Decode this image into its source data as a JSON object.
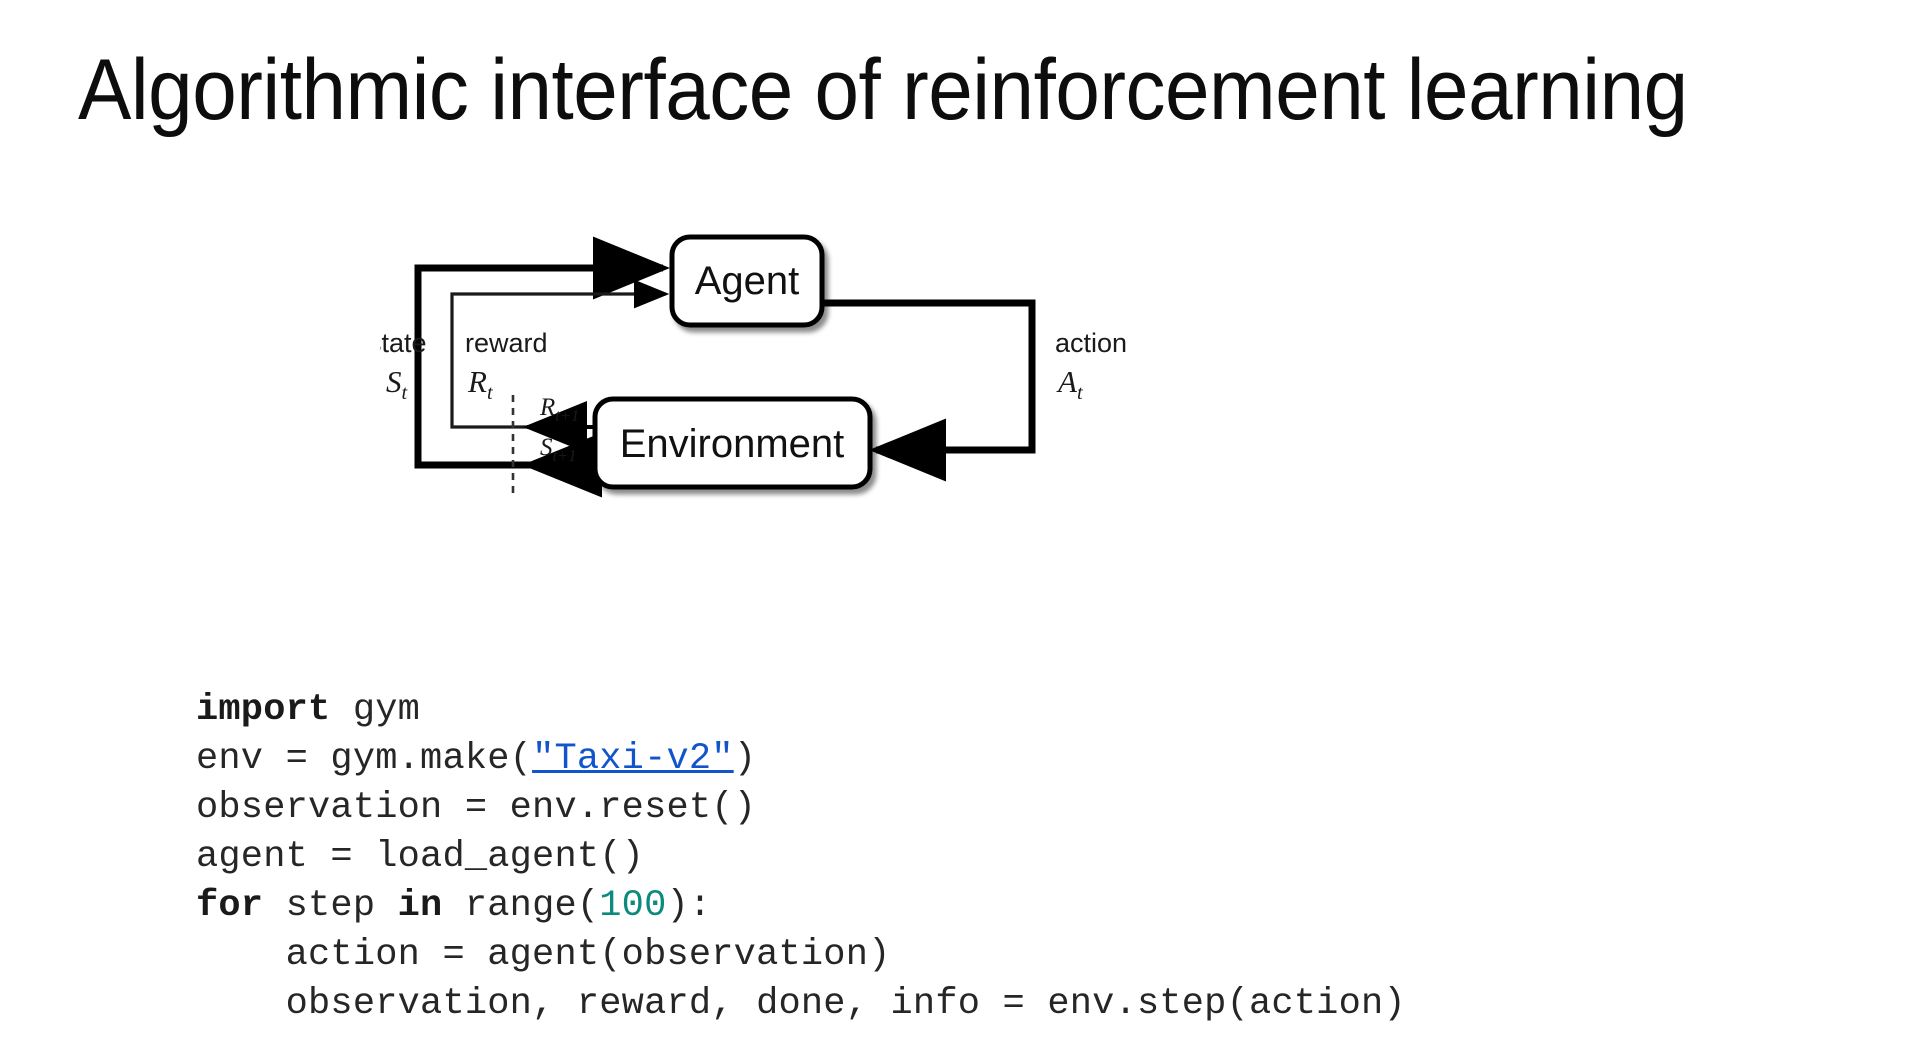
{
  "slide": {
    "title": "Algorithmic interface of reinforcement learning",
    "background_color": "#ffffff",
    "text_color": "#0d0d0d"
  },
  "diagram": {
    "name": "agent-environment-interaction-loop",
    "nodes": [
      {
        "id": "agent",
        "label": "Agent"
      },
      {
        "id": "environment",
        "label": "Environment"
      }
    ],
    "signals": [
      {
        "id": "state",
        "word": "state",
        "symbol": "S",
        "subscript": "t",
        "path": "environment-to-agent",
        "stroke": "thick"
      },
      {
        "id": "reward",
        "word": "reward",
        "symbol": "R",
        "subscript": "t",
        "path": "environment-to-agent",
        "stroke": "thin"
      },
      {
        "id": "action",
        "word": "action",
        "symbol": "A",
        "subscript": "t",
        "path": "agent-to-environment",
        "stroke": "thick"
      }
    ],
    "transition_labels": [
      {
        "id": "reward-next",
        "symbol": "R",
        "subscript": "t+1"
      },
      {
        "id": "state-next",
        "symbol": "S",
        "subscript": "t+1"
      }
    ],
    "time_separator": "dashed-vertical-line",
    "line_color": "#000000",
    "box_fill": "#ffffff"
  },
  "code": {
    "language": "python",
    "keyword_color": "#1a1a1a",
    "number_color": "#0b8a7d",
    "link_color": "#1155cc",
    "lines": [
      {
        "id": "l1",
        "tokens": [
          {
            "t": "kw",
            "v": "import"
          },
          {
            "t": "plain",
            "v": " gym"
          }
        ]
      },
      {
        "id": "l2",
        "tokens": [
          {
            "t": "plain",
            "v": "env = gym.make("
          },
          {
            "t": "link",
            "v": "\"Taxi-v2\""
          },
          {
            "t": "plain",
            "v": ")"
          }
        ]
      },
      {
        "id": "l3",
        "tokens": [
          {
            "t": "plain",
            "v": "observation = env.reset()"
          }
        ]
      },
      {
        "id": "l4",
        "tokens": [
          {
            "t": "plain",
            "v": "agent = load_agent()"
          }
        ]
      },
      {
        "id": "l5",
        "tokens": [
          {
            "t": "kw",
            "v": "for"
          },
          {
            "t": "plain",
            "v": " step "
          },
          {
            "t": "kw",
            "v": "in"
          },
          {
            "t": "plain",
            "v": " range("
          },
          {
            "t": "num",
            "v": "100"
          },
          {
            "t": "plain",
            "v": "):"
          }
        ]
      },
      {
        "id": "l6",
        "tokens": [
          {
            "t": "plain",
            "v": "    action = agent(observation)"
          }
        ]
      },
      {
        "id": "l7",
        "tokens": [
          {
            "t": "plain",
            "v": "    observation, reward, done, info = env.step(action)"
          }
        ]
      }
    ]
  }
}
